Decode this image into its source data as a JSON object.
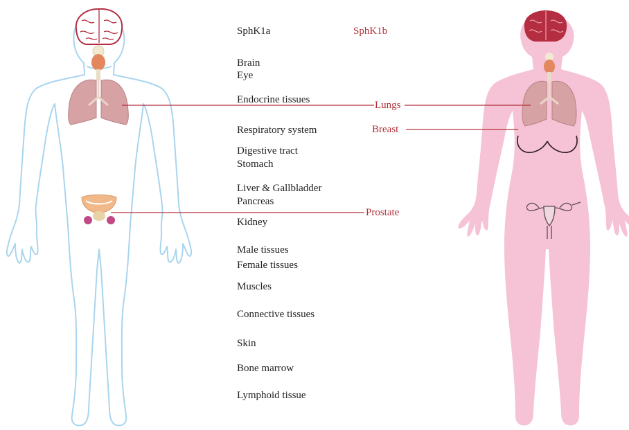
{
  "colors": {
    "male_outline": "#a9d5ee",
    "female_fill": "#f6c2d6",
    "brain_red": "#b52d40",
    "sphk1b_red": "#b0313a",
    "lung": "#d7a2a4",
    "thyroid": "#e2875e",
    "text": "#222222"
  },
  "headers": {
    "sphk1a": "SphK1a",
    "sphk1b": "SphK1b"
  },
  "tissues": [
    "Brain",
    "Eye",
    "Endocrine tissues",
    "Respiratory system",
    "Digestive tract",
    "Stomach",
    "Liver & Gallbladder",
    "Pancreas",
    "Kidney",
    "Male tissues",
    "Female tissues",
    "Muscles",
    "Connective tissues",
    "Skin",
    "Bone marrow",
    "Lymphoid tissue"
  ],
  "sphk1b_tissues": {
    "lungs": "Lungs",
    "breast": "Breast",
    "prostate": "Prostate"
  },
  "icons": [
    "male-body-outline",
    "female-body-silhouette",
    "brain-icon",
    "thyroid-icon",
    "lungs-icon",
    "prostate-icon",
    "uterus-icon"
  ]
}
